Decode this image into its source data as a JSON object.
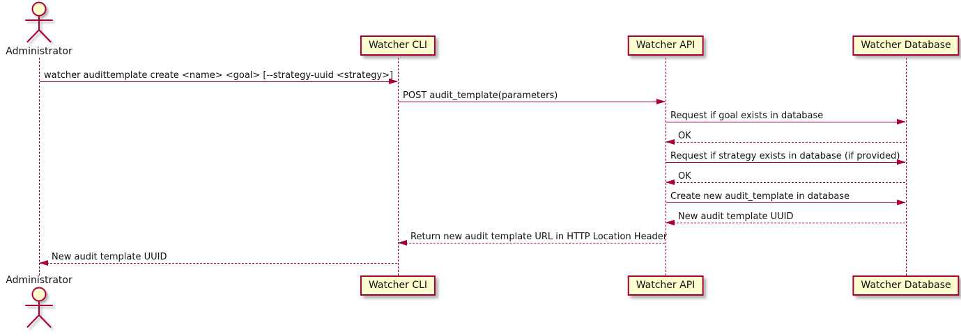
{
  "diagram": {
    "type": "uml-sequence-diagram",
    "colors": {
      "accent": "#A80036",
      "participant_fill": "#FEFECE",
      "text": "#111111",
      "background": "#FFFFFF"
    },
    "icons": {
      "actor": "stick-figure-actor-icon",
      "arrowhead": "filled-triangle-arrowhead"
    },
    "participants": [
      {
        "id": "administrator",
        "type": "actor",
        "label": "Administrator"
      },
      {
        "id": "watcher-cli",
        "type": "participant",
        "label": "Watcher CLI"
      },
      {
        "id": "watcher-api",
        "type": "participant",
        "label": "Watcher API"
      },
      {
        "id": "watcher-database",
        "type": "participant",
        "label": "Watcher Database"
      }
    ],
    "messages": [
      {
        "from": "administrator",
        "to": "watcher-cli",
        "style": "solid",
        "label": "watcher audittemplate create <name> <goal> [--strategy-uuid <strategy>]"
      },
      {
        "from": "watcher-cli",
        "to": "watcher-api",
        "style": "solid",
        "label": "POST audit_template(parameters)"
      },
      {
        "from": "watcher-api",
        "to": "watcher-database",
        "style": "solid",
        "label": "Request if goal exists in database"
      },
      {
        "from": "watcher-database",
        "to": "watcher-api",
        "style": "dashed",
        "label": "OK"
      },
      {
        "from": "watcher-api",
        "to": "watcher-database",
        "style": "solid",
        "label": "Request if strategy exists in database (if provided)"
      },
      {
        "from": "watcher-database",
        "to": "watcher-api",
        "style": "dashed",
        "label": "OK"
      },
      {
        "from": "watcher-api",
        "to": "watcher-database",
        "style": "solid",
        "label": "Create new audit_template in database"
      },
      {
        "from": "watcher-database",
        "to": "watcher-api",
        "style": "dashed",
        "label": "New audit template UUID"
      },
      {
        "from": "watcher-api",
        "to": "watcher-cli",
        "style": "dashed",
        "label": "Return new audit template URL in HTTP Location Header"
      },
      {
        "from": "watcher-cli",
        "to": "administrator",
        "style": "dashed",
        "label": "New audit template UUID"
      }
    ]
  }
}
